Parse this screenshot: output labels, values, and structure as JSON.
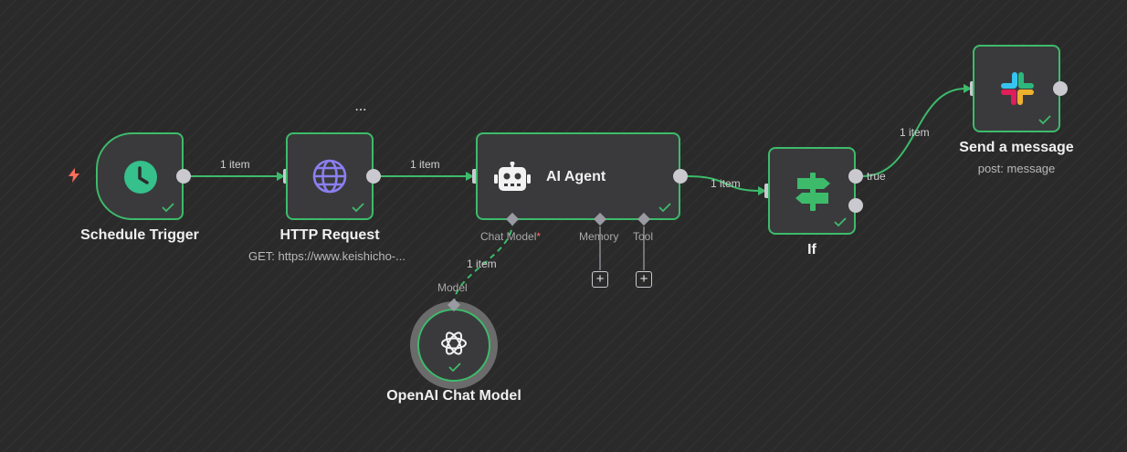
{
  "nodes": {
    "schedule_trigger": {
      "title": "Schedule Trigger"
    },
    "http_request": {
      "title": "HTTP Request",
      "subtitle": "GET: https://www.keishicho-...",
      "menu": "..."
    },
    "ai_agent": {
      "title": "AI Agent",
      "inputs": {
        "chat_model": "Chat Model",
        "required_mark": "*",
        "memory": "Memory",
        "tool": "Tool"
      }
    },
    "openai_chat_model": {
      "title": "OpenAI Chat Model",
      "input_label": "Model"
    },
    "if": {
      "title": "If",
      "true_label": "true"
    },
    "send_message": {
      "title": "Send a message",
      "subtitle": "post: message"
    }
  },
  "edges": {
    "trigger_to_http": "1 item",
    "http_to_agent": "1 item",
    "agent_to_if": "1 item",
    "if_to_slack": "1 item",
    "model_to_agent": "1 item"
  },
  "add_buttons": {
    "memory": "+",
    "tool": "+"
  },
  "colors": {
    "accent_green": "#3dbb6b",
    "node_bg": "#3a3a3c",
    "canvas_bg": "#2a2a2a",
    "trigger_green": "#35c08c",
    "globe_purple": "#8b7ff0",
    "lightning": "#ff6d5a"
  },
  "icons": {
    "schedule_trigger": "clock-icon",
    "http_request": "globe-icon",
    "ai_agent": "robot-icon",
    "openai_chat_model": "openai-icon",
    "if": "signpost-icon",
    "send_message": "slack-icon",
    "trigger": "lightning-icon",
    "status": "check-icon"
  }
}
